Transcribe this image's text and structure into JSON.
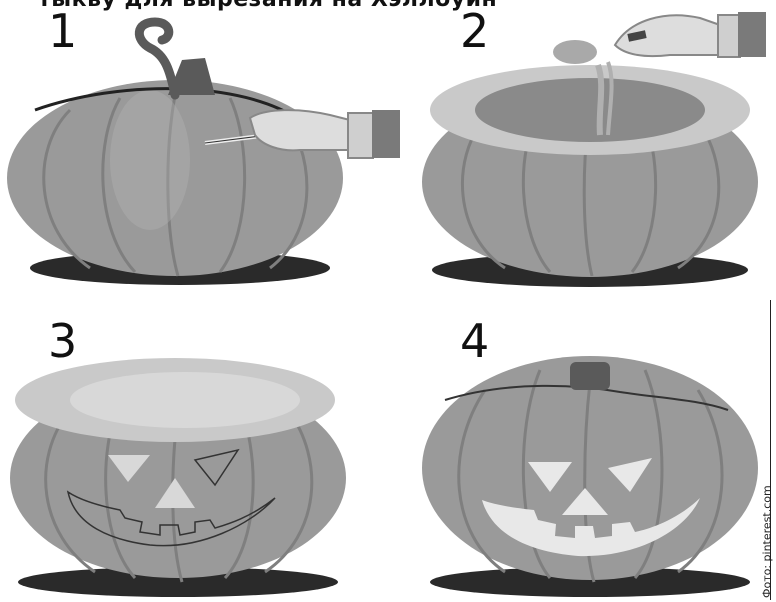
{
  "caption": "тыкву для вырезания на Хэллоуин",
  "steps": [
    "1",
    "2",
    "3",
    "4"
  ],
  "watermark": "Фото: pinterest.com",
  "colors": {
    "pumpkin": "#9a9a9a",
    "pumpkin_light": "#b6b6b6",
    "pumpkin_dark": "#7f7f7f",
    "shadow": "#2a2a2a",
    "stem": "#5a5a5a",
    "rim": "#c9c9c9",
    "inner": "#d8d8d8",
    "glow": "#e8e8e8"
  }
}
